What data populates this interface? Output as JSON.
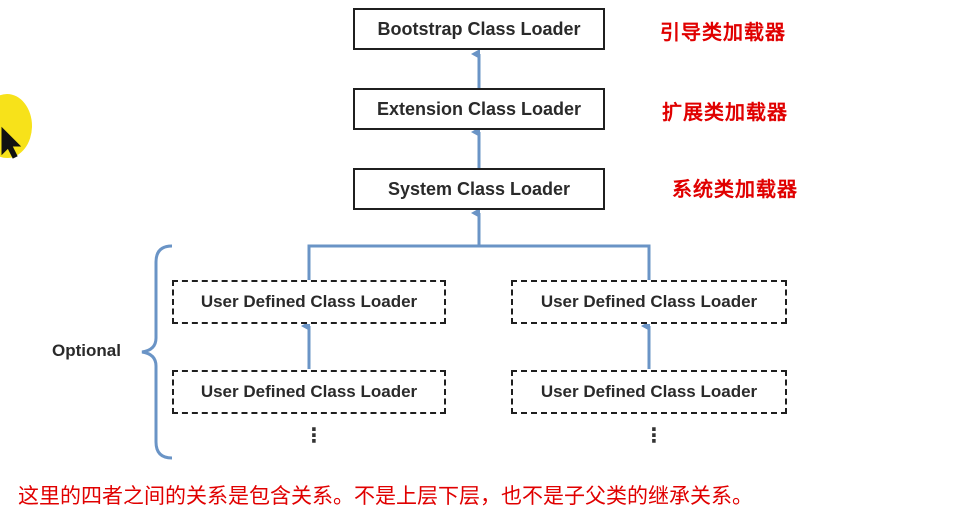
{
  "loaders": {
    "bootstrap": "Bootstrap Class Loader",
    "extension": "Extension Class Loader",
    "system": "System Class Loader",
    "user_defined": "User Defined Class Loader"
  },
  "labels_cn": {
    "bootstrap": "引导类加载器",
    "extension": "扩展类加载器",
    "system": "系统类加载器"
  },
  "optional_label": "Optional",
  "ellipsis": "⋮",
  "caption": "这里的四者之间的关系是包含关系。不是上层下层，也不是子父类的继承关系。",
  "colors": {
    "arrow": "#6a94c6",
    "caption": "#e00000",
    "highlight": "#f7e21a"
  }
}
